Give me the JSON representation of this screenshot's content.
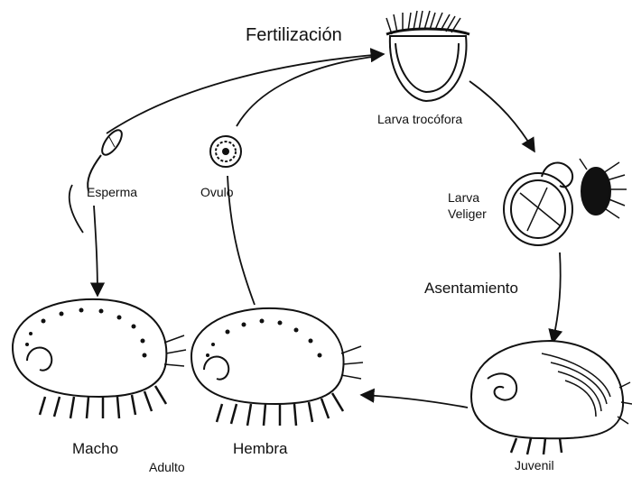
{
  "labels": {
    "fertilization": "Fertilización",
    "trochophore": "Larva trocófora",
    "veliger_line1": "Larva",
    "veliger_line2": "Veliger",
    "settlement": "Asentamiento",
    "juvenile": "Juvenil",
    "sperm": "Esperma",
    "egg": "Ovulo",
    "male": "Macho",
    "female": "Hembra",
    "adult": "Adulto"
  },
  "colors": {
    "ink": "#111111",
    "background": "#ffffff"
  }
}
